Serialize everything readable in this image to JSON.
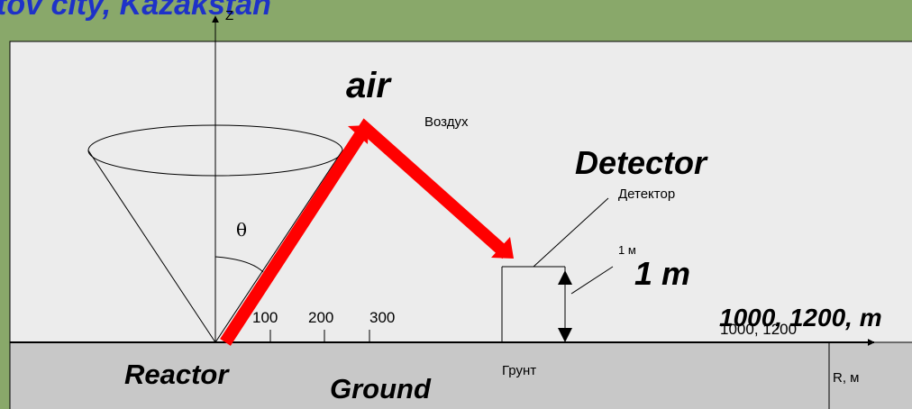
{
  "title": "tov city, Kazakstan",
  "labels": {
    "z_axis": "Z",
    "air": "air",
    "air_ru": "Воздух",
    "detector": "Detector",
    "detector_ru": "Детектор",
    "theta": "θ",
    "one_m_small": "1 м",
    "one_m_big": "1 m",
    "distance_big": "1000, 1200,  m",
    "distance_small": "1000, 1200",
    "tick_100": "100",
    "tick_200": "200",
    "tick_300": "300",
    "reactor": "Reactor",
    "ground": "Ground",
    "ground_ru": "Грунт",
    "r_axis": "R, м"
  },
  "colors": {
    "background": "#89a86a",
    "air_region": "#ececec",
    "ground": "#c8c8c8",
    "arrow": "#ff0000",
    "title": "#1e32c8"
  }
}
